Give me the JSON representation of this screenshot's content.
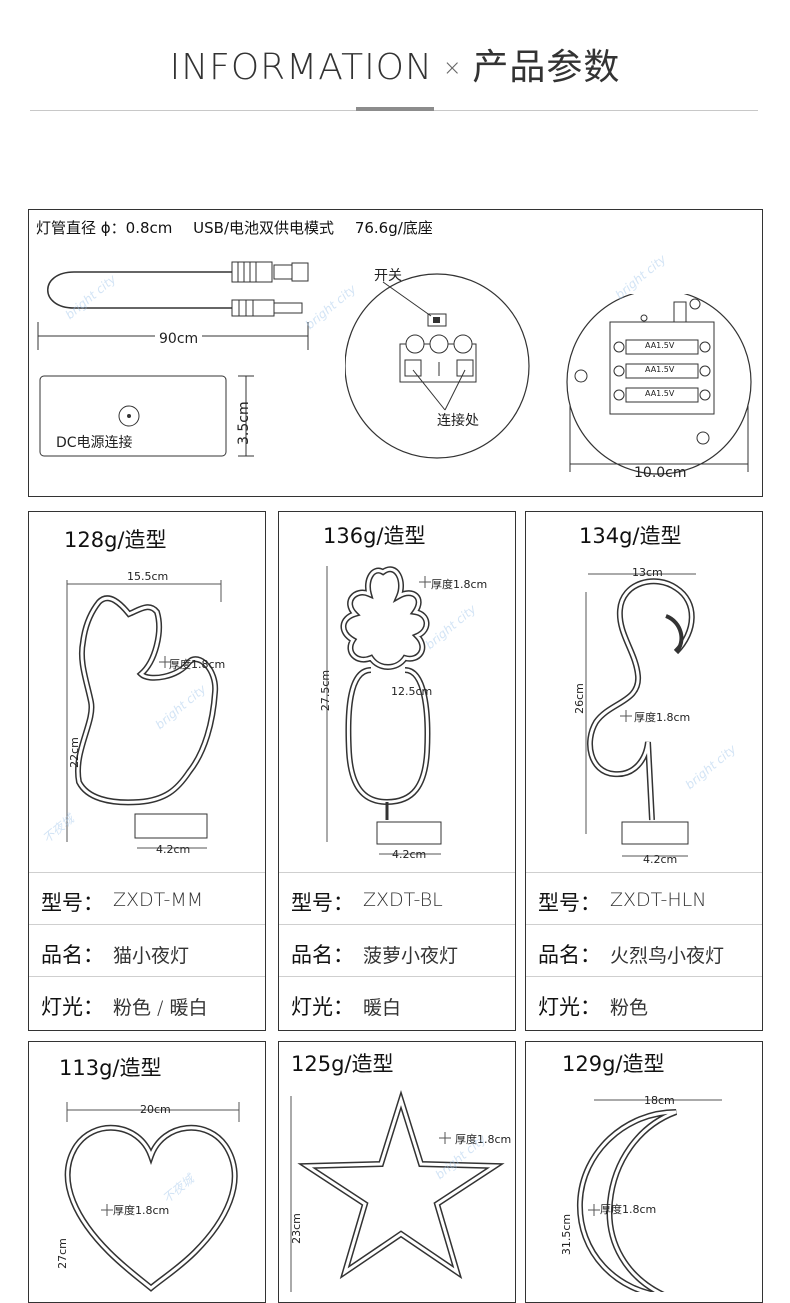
{
  "header": {
    "title_en": "INFORMATION",
    "sep": "×",
    "title_cn": "产品参数"
  },
  "spec": {
    "line1": "灯管直径 ϕ：0.8cm",
    "line2": "USB/电池双供电模式",
    "line3": "76.6g/底座",
    "switch_label": "开关",
    "connect_label": "连接处",
    "dc_label": "DC电源连接",
    "cable_length": "90cm",
    "base_height": "3.5cm",
    "base_diameter": "10.0cm",
    "battery": [
      "AA1.5V",
      "AA1.5V",
      "AA1.5V"
    ]
  },
  "products": [
    {
      "weight": "128g/造型",
      "width": "15.5cm",
      "height": "22cm",
      "thick": "厚度1.8cm",
      "base": "4.2cm",
      "model_k": "型号：",
      "model_v": "ZXDT-MM",
      "name_k": "品名：",
      "name_v": "猫小夜灯",
      "light_k": "灯光：",
      "light_v": "粉色 / 暖白"
    },
    {
      "weight": "136g/造型",
      "width": "12.5cm",
      "height": "27.5cm",
      "thick": "厚度1.8cm",
      "base": "4.2cm",
      "model_k": "型号：",
      "model_v": "ZXDT-BL",
      "name_k": "品名：",
      "name_v": "菠萝小夜灯",
      "light_k": "灯光：",
      "light_v": "暖白"
    },
    {
      "weight": "134g/造型",
      "width": "13cm",
      "height": "26cm",
      "thick": "厚度1.8cm",
      "base": "4.2cm",
      "model_k": "型号：",
      "model_v": "ZXDT-HLN",
      "name_k": "品名：",
      "name_v": "火烈鸟小夜灯",
      "light_k": "灯光：",
      "light_v": "粉色"
    },
    {
      "weight": "113g/造型",
      "width": "20cm",
      "height": "27cm",
      "thick": "厚度1.8cm"
    },
    {
      "weight": "125g/造型",
      "height": "23cm",
      "thick": "厚度1.8cm"
    },
    {
      "weight": "129g/造型",
      "width": "18cm",
      "height": "31.5cm",
      "thick": "厚度1.8cm"
    }
  ],
  "watermark": {
    "brand": "bright city",
    "cn": "不夜城"
  }
}
